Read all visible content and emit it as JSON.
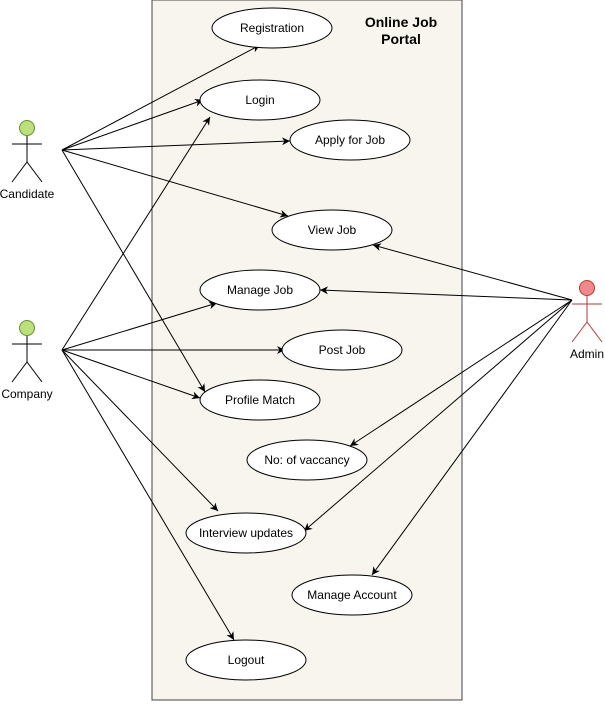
{
  "system": {
    "title_lines": [
      "Online Job",
      "Portal"
    ]
  },
  "colors": {
    "boundary_fill": "#f7f5ee",
    "boundary_stroke": "#444444",
    "candidate_head": "#b9e07a",
    "candidate_head_stroke": "#6a8f2a",
    "company_head": "#b9e07a",
    "company_head_stroke": "#6a8f2a",
    "admin_head": "#f08a8a",
    "admin_head_stroke": "#b23a3a",
    "admin_body": "#b23a3a",
    "line": "#000000"
  },
  "actors": {
    "candidate": {
      "label": "Candidate"
    },
    "company": {
      "label": "Company"
    },
    "admin": {
      "label": "Admin"
    }
  },
  "use_cases": {
    "registration": "Registration",
    "login": "Login",
    "apply_for_job": "Apply for Job",
    "view_job": "View Job",
    "manage_job": "Manage Job",
    "post_job": "Post Job",
    "profile_match": "Profile Match",
    "no_of_vacancy": "No: of vaccancy",
    "interview_updates": "Interview updates",
    "manage_account": "Manage Account",
    "logout": "Logout"
  },
  "associations": [
    {
      "from": "candidate",
      "to": "registration"
    },
    {
      "from": "candidate",
      "to": "login"
    },
    {
      "from": "candidate",
      "to": "apply_for_job"
    },
    {
      "from": "candidate",
      "to": "view_job"
    },
    {
      "from": "candidate",
      "to": "profile_match"
    },
    {
      "from": "company",
      "to": "login"
    },
    {
      "from": "company",
      "to": "manage_job"
    },
    {
      "from": "company",
      "to": "post_job"
    },
    {
      "from": "company",
      "to": "profile_match"
    },
    {
      "from": "company",
      "to": "interview_updates"
    },
    {
      "from": "company",
      "to": "logout"
    },
    {
      "from": "admin",
      "to": "view_job"
    },
    {
      "from": "admin",
      "to": "manage_job"
    },
    {
      "from": "admin",
      "to": "no_of_vacancy"
    },
    {
      "from": "admin",
      "to": "interview_updates"
    },
    {
      "from": "admin",
      "to": "manage_account"
    }
  ]
}
